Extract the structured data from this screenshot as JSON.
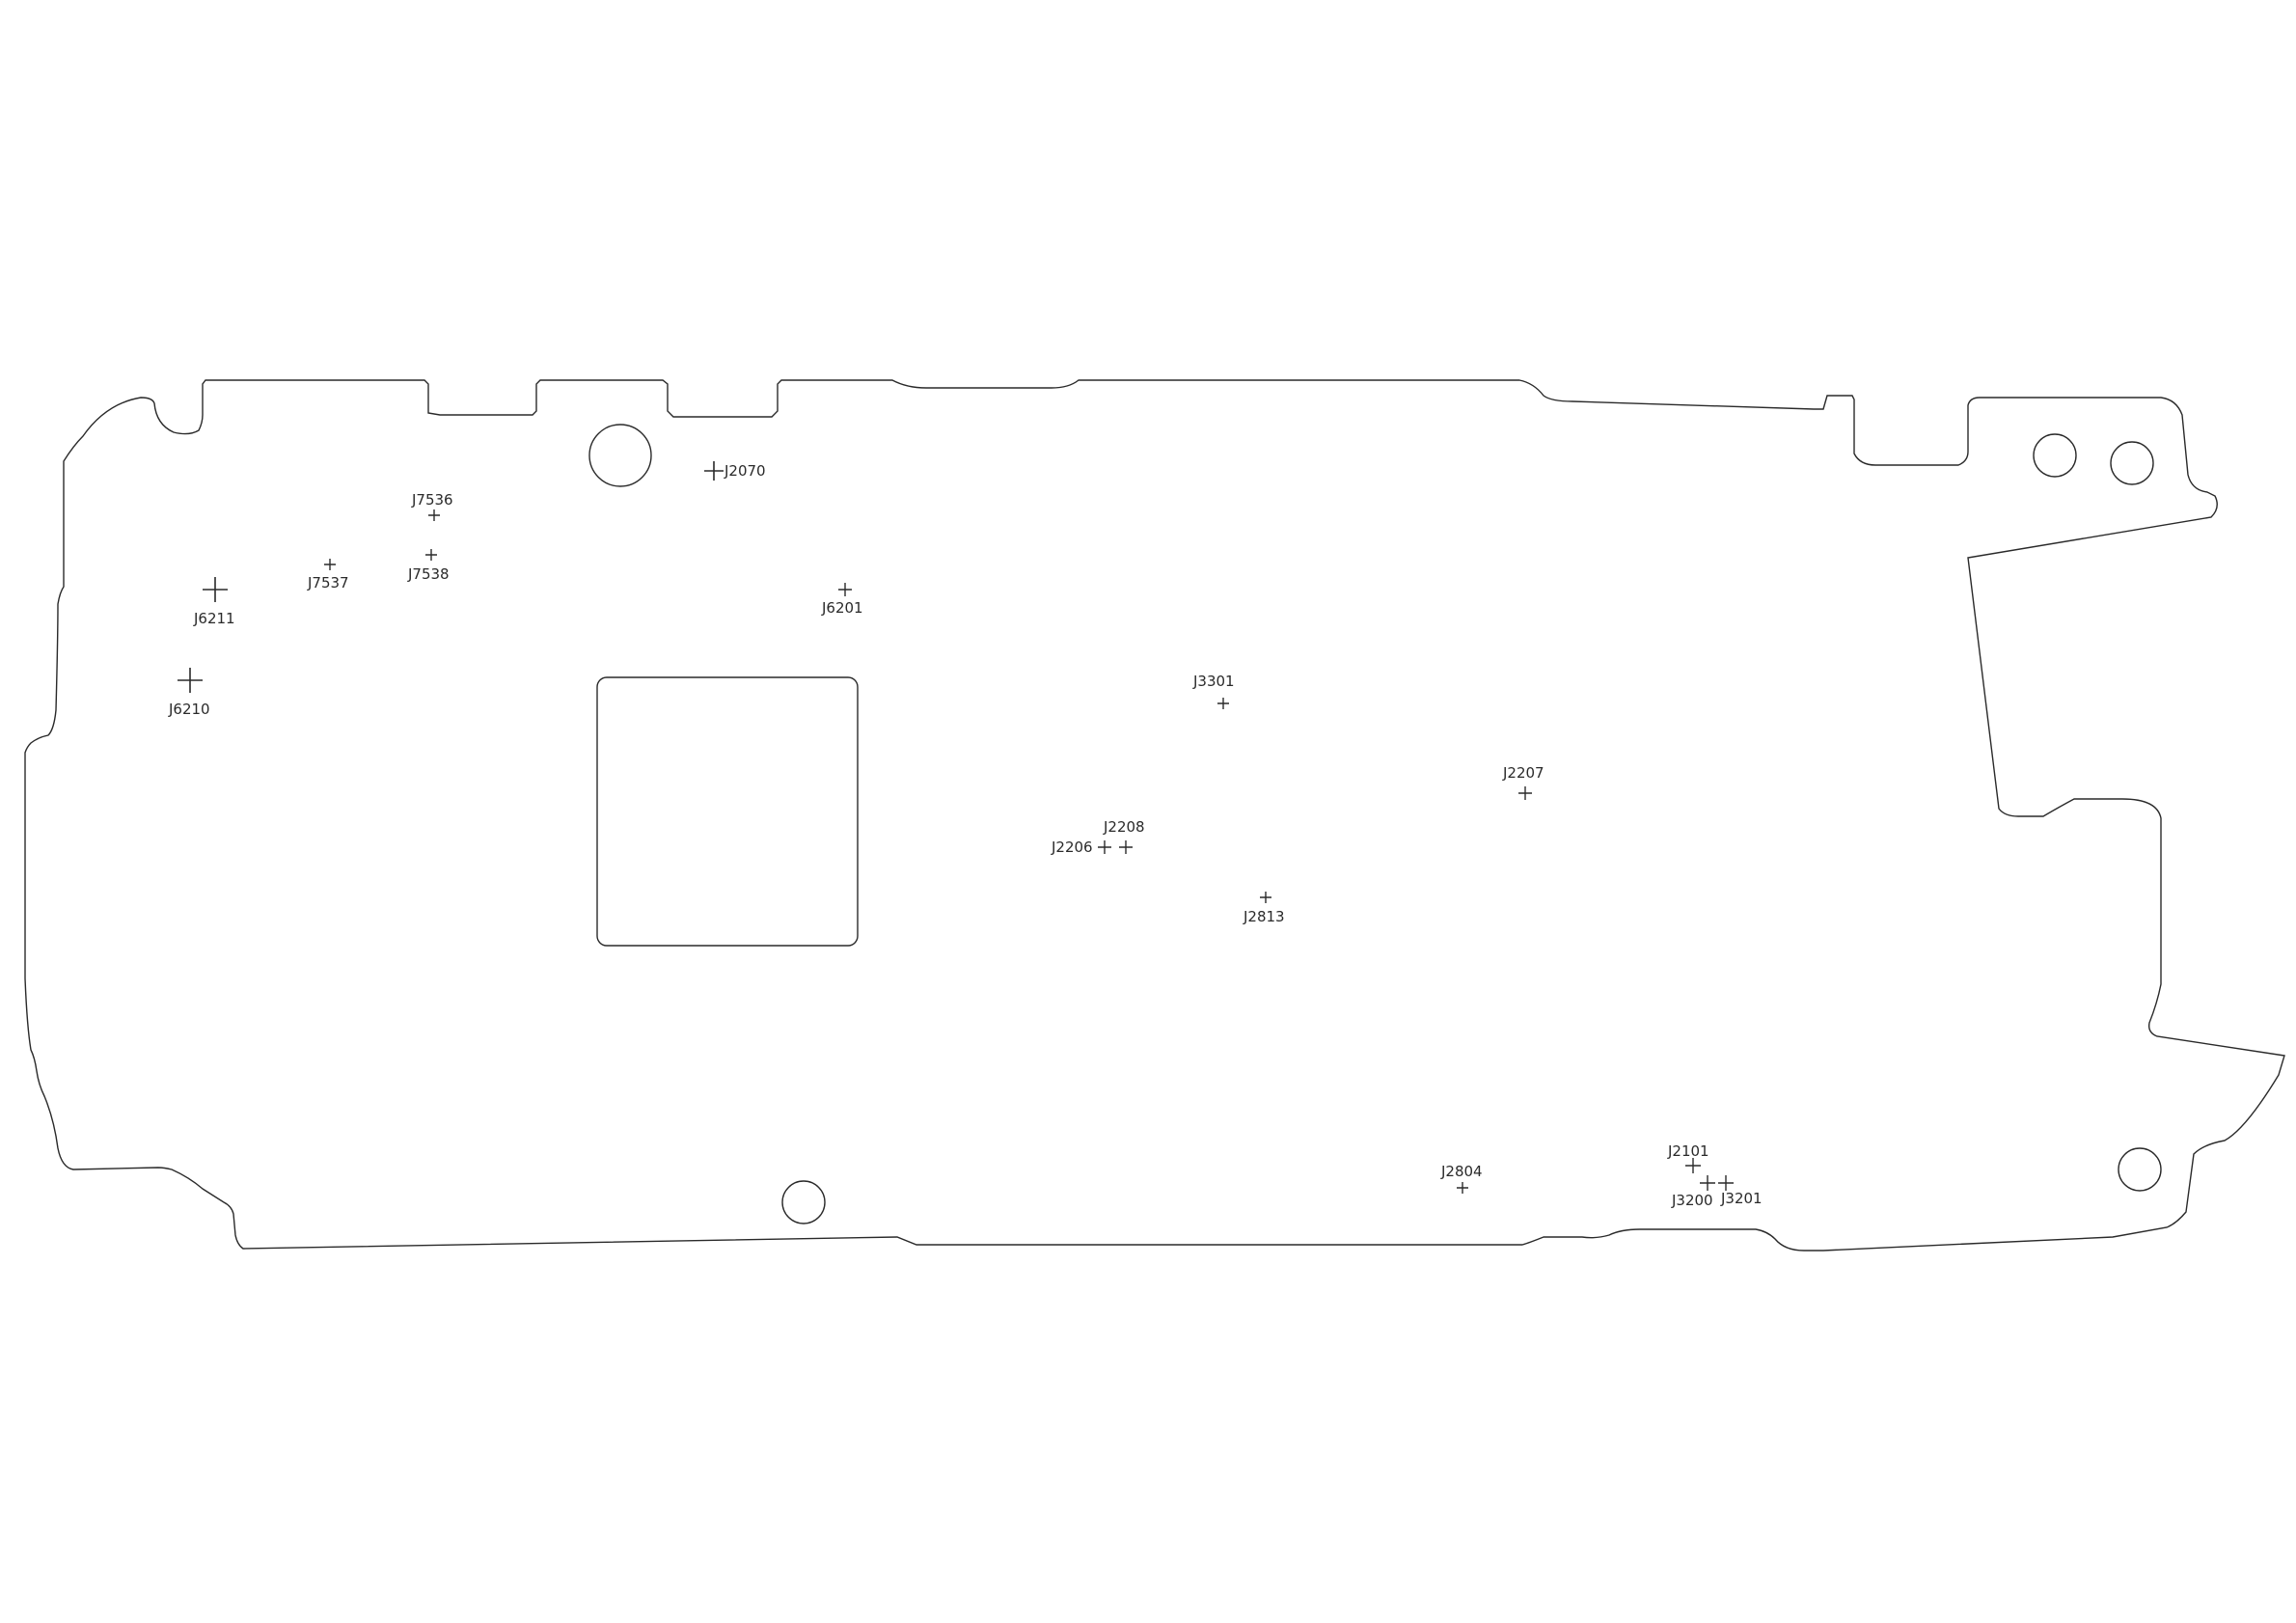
{
  "board": {
    "test_points": [
      {
        "id": "J7536",
        "label": "J7536"
      },
      {
        "id": "J7537",
        "label": "J7537"
      },
      {
        "id": "J7538",
        "label": "J7538"
      },
      {
        "id": "J6211",
        "label": "J6211"
      },
      {
        "id": "J6210",
        "label": "J6210"
      },
      {
        "id": "J2070",
        "label": "J2070"
      },
      {
        "id": "J6201",
        "label": "J6201"
      },
      {
        "id": "J3301",
        "label": "J3301"
      },
      {
        "id": "J2207",
        "label": "J2207"
      },
      {
        "id": "J2208",
        "label": "J2208"
      },
      {
        "id": "J2206",
        "label": "J2206"
      },
      {
        "id": "J2813",
        "label": "J2813"
      },
      {
        "id": "J2804",
        "label": "J2804"
      },
      {
        "id": "J2101",
        "label": "J2101"
      },
      {
        "id": "J3200",
        "label": "J3200"
      },
      {
        "id": "J3201",
        "label": "J3201"
      }
    ]
  }
}
